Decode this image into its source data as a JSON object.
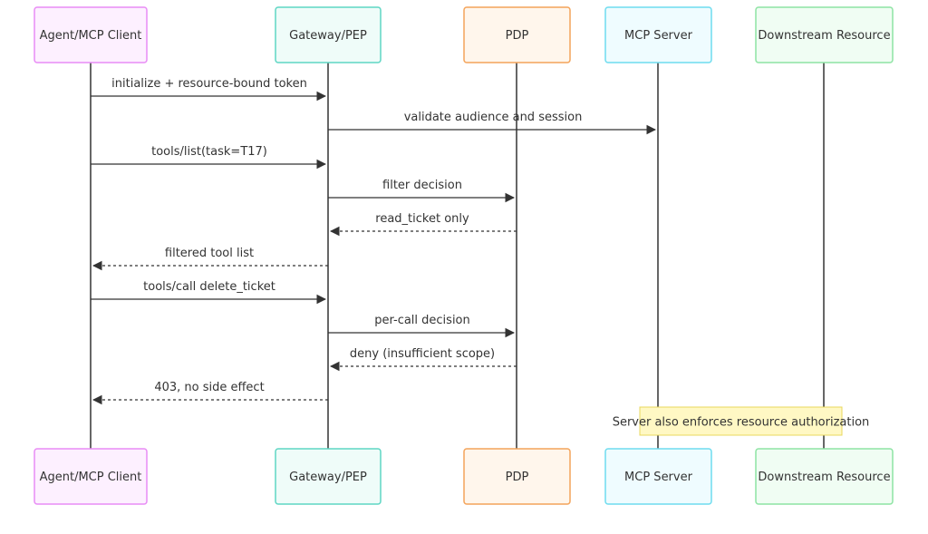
{
  "participants": [
    {
      "id": "client",
      "label": "Agent/MCP Client",
      "fill": "#fdf0ff",
      "stroke": "#e88cf5"
    },
    {
      "id": "gateway",
      "label": "Gateway/PEP",
      "fill": "#effcf9",
      "stroke": "#5fd6c4"
    },
    {
      "id": "pdp",
      "label": "PDP",
      "fill": "#fff6ec",
      "stroke": "#f4a45a"
    },
    {
      "id": "server",
      "label": "MCP Server",
      "fill": "#effcff",
      "stroke": "#6fdcef"
    },
    {
      "id": "resource",
      "label": "Downstream Resource",
      "fill": "#f0fdf3",
      "stroke": "#8ee4a4"
    }
  ],
  "messages": [
    {
      "from": "client",
      "to": "gateway",
      "label": "initialize + resource-bound token",
      "style": "solid"
    },
    {
      "from": "gateway",
      "to": "server",
      "label": "validate audience and session",
      "style": "solid"
    },
    {
      "from": "client",
      "to": "gateway",
      "label": "tools/list(task=T17)",
      "style": "solid"
    },
    {
      "from": "gateway",
      "to": "pdp",
      "label": "filter decision",
      "style": "solid"
    },
    {
      "from": "pdp",
      "to": "gateway",
      "label": "read_ticket only",
      "style": "dashed"
    },
    {
      "from": "gateway",
      "to": "client",
      "label": "filtered tool list",
      "style": "dashed"
    },
    {
      "from": "client",
      "to": "gateway",
      "label": "tools/call delete_ticket",
      "style": "solid"
    },
    {
      "from": "gateway",
      "to": "pdp",
      "label": "per-call decision",
      "style": "solid"
    },
    {
      "from": "pdp",
      "to": "gateway",
      "label": "deny (insufficient scope)",
      "style": "dashed"
    },
    {
      "from": "gateway",
      "to": "client",
      "label": "403, no side effect",
      "style": "dashed"
    }
  ],
  "note": {
    "over": [
      "server",
      "resource"
    ],
    "label": "Server also enforces resource authorization",
    "fill": "#fff8c4",
    "stroke": "#e8d75c"
  },
  "colors": {
    "line": "#333333",
    "text": "#333333"
  }
}
